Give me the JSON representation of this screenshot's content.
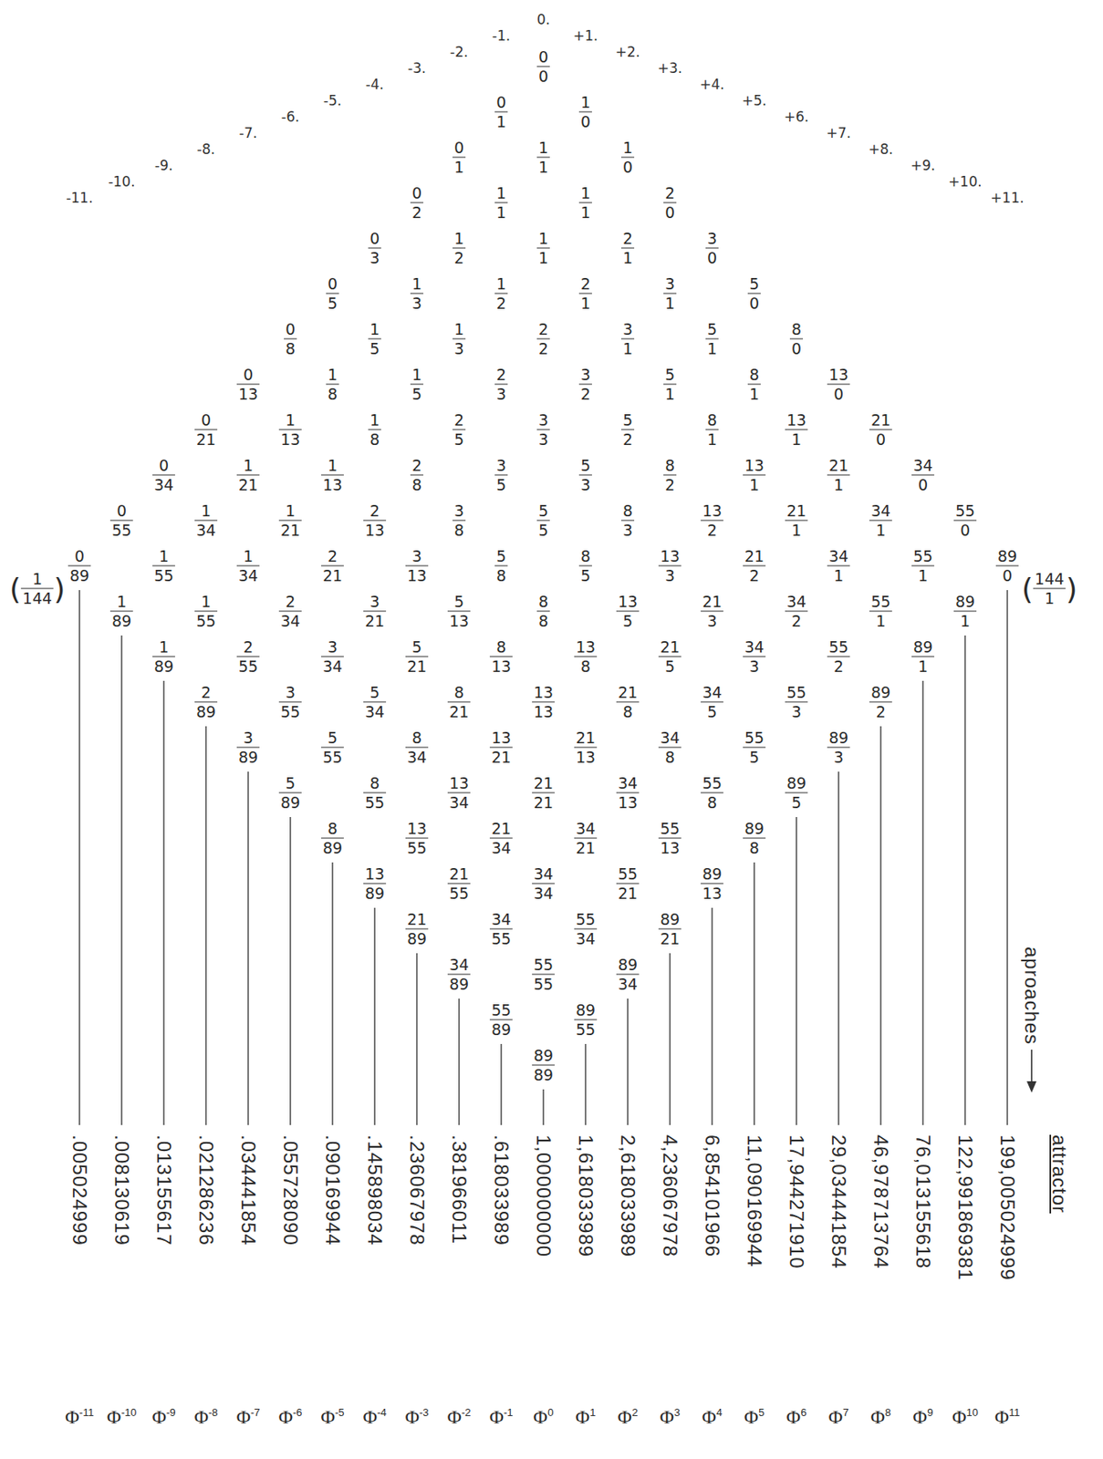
{
  "diagram": {
    "labels": [
      "-11.",
      "-10.",
      "-9.",
      "-8.",
      "-7.",
      "-6.",
      "-5.",
      "-4.",
      "-3.",
      "-2.",
      "-1.",
      "0.",
      "+1.",
      "+2.",
      "+3.",
      "+4.",
      "+5.",
      "+6.",
      "+7.",
      "+8.",
      "+9.",
      "+10.",
      "+11.",
      "0",
      "0",
      "0",
      "1",
      "0",
      "1",
      "0",
      "2",
      "0",
      "3",
      "0",
      "5",
      "0",
      "8",
      "0",
      "13",
      "0",
      "21",
      "0",
      "34",
      "0",
      "55",
      "0",
      "89",
      "1",
      "0",
      "1",
      "1",
      "1",
      "1",
      "1",
      "2",
      "1",
      "3",
      "1",
      "5",
      "1",
      "8",
      "1",
      "13",
      "1",
      "21",
      "1",
      "34",
      "1",
      "55",
      "1",
      "89",
      "1",
      "0",
      "1",
      "1",
      "1",
      "1",
      "1",
      "2",
      "1",
      "3",
      "1",
      "5",
      "1",
      "8",
      "1",
      "13",
      "1",
      "21",
      "1",
      "34",
      "1",
      "55",
      "1",
      "89",
      "2",
      "0",
      "2",
      "1",
      "2",
      "1",
      "2",
      "2",
      "2",
      "3",
      "2",
      "5",
      "2",
      "8",
      "2",
      "13",
      "2",
      "21",
      "2",
      "34",
      "2",
      "55",
      "2",
      "89",
      "3",
      "0",
      "3",
      "1",
      "3",
      "1",
      "3",
      "2",
      "3",
      "3",
      "3",
      "5",
      "3",
      "8",
      "3",
      "13",
      "3",
      "21",
      "3",
      "34",
      "3",
      "55",
      "3",
      "89",
      "5",
      "0",
      "5",
      "1",
      "5",
      "1",
      "5",
      "2",
      "5",
      "3",
      "5",
      "5",
      "5",
      "8",
      "5",
      "13",
      "5",
      "21",
      "5",
      "34",
      "5",
      "55",
      "5",
      "89",
      "8",
      "0",
      "8",
      "1",
      "8",
      "1",
      "8",
      "2",
      "8",
      "3",
      "8",
      "5",
      "8",
      "8",
      "8",
      "13",
      "8",
      "21",
      "8",
      "34",
      "8",
      "55",
      "8",
      "89",
      "13",
      "0",
      "13",
      "1",
      "13",
      "1",
      "13",
      "2",
      "13",
      "3",
      "13",
      "5",
      "13",
      "8",
      "13",
      "13",
      "13",
      "21",
      "13",
      "34",
      "13",
      "55",
      "13",
      "89",
      "21",
      "0",
      "21",
      "1",
      "21",
      "1",
      "21",
      "2",
      "21",
      "3",
      "21",
      "5",
      "21",
      "8",
      "21",
      "13",
      "21",
      "21",
      "21",
      "34",
      "21",
      "55",
      "21",
      "89",
      "34",
      "0",
      "34",
      "1",
      "34",
      "1",
      "34",
      "2",
      "34",
      "3",
      "34",
      "5",
      "34",
      "8",
      "34",
      "13",
      "34",
      "21",
      "34",
      "34",
      "34",
      "55",
      "34",
      "89",
      "55",
      "0",
      "55",
      "1",
      "55",
      "1",
      "55",
      "2",
      "55",
      "3",
      "55",
      "5",
      "55",
      "8",
      "55",
      "13",
      "55",
      "21",
      "55",
      "34",
      "55",
      "55",
      "55",
      "89",
      "89",
      "0",
      "89",
      "1",
      "89",
      "1",
      "89",
      "2",
      "89",
      "3",
      "89",
      "5",
      "89",
      "8",
      "89",
      "13",
      "89",
      "21",
      "89",
      "34",
      "89",
      "55",
      "89",
      "89",
      "(",
      "1",
      "144",
      ")",
      "(",
      "144",
      "1",
      ")",
      "aproaches",
      "attractor",
      ".005024999",
      ".008130619",
      ".013155617",
      ".021286236",
      ".034441854",
      ".055728090",
      ".090169944",
      ".145898034",
      ".236067978",
      ".381966011",
      ".618033989",
      "1,000000000",
      "1,618033989",
      "2,618033989",
      "4,236067978",
      "6,854101966",
      "11,090169944",
      "17,944271910",
      "29,034441854",
      "46,978713764",
      "76,013155618",
      "122,991869381",
      "199,005024999",
      "Φ",
      "-11",
      "Φ",
      "-10",
      "Φ",
      "-9",
      "Φ",
      "-8",
      "Φ",
      "-7",
      "Φ",
      "-6",
      "Φ",
      "-5",
      "Φ",
      "-4",
      "Φ",
      "-3",
      "Φ",
      "-2",
      "Φ",
      "-1",
      "Φ",
      "0",
      "Φ",
      "1",
      "Φ",
      "2",
      "Φ",
      "3",
      "Φ",
      "4",
      "Φ",
      "5",
      "Φ",
      "6",
      "Φ",
      "7",
      "Φ",
      "8",
      "Φ",
      "9",
      "Φ",
      "10",
      "Φ",
      "11"
    ]
  }
}
